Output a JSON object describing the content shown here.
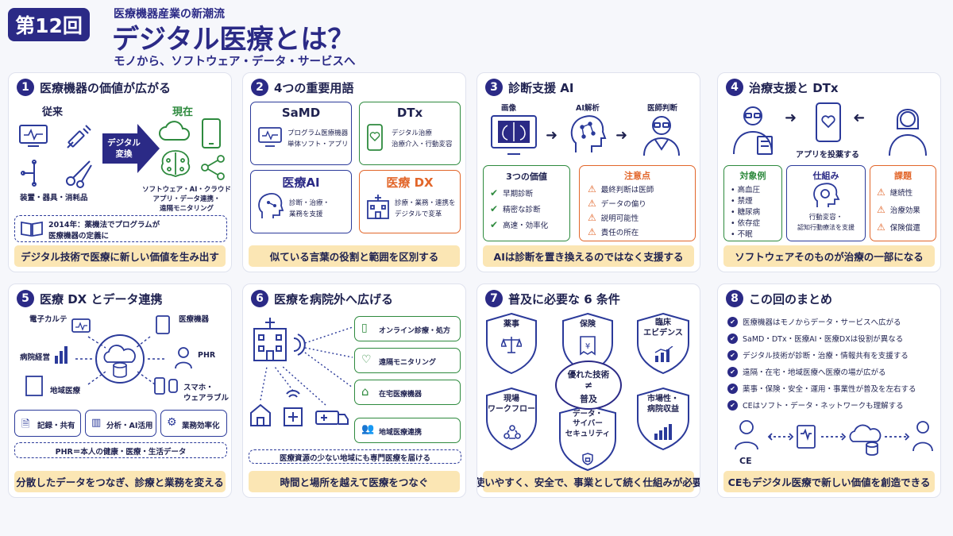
{
  "header": {
    "round": "第12回",
    "kicker": "医療機器産業の新潮流",
    "title": "デジタル医療とは？",
    "subtitle": "モノから、ソフトウェア・データ・サービスへ"
  },
  "colors": {
    "navy": "#2b2a86",
    "green": "#2e8a3e",
    "orange": "#e2662a",
    "banner": "#fbe6b4"
  },
  "cards": [
    {
      "num": "1",
      "title": "医療機器の価値が広がる",
      "before_label": "従来",
      "after_label": "現在",
      "arrow_label": "デジタル\n変換",
      "before_caption": "装置・器具・消耗品",
      "after_caption_1": "ソフトウェア・AI・クラウド",
      "after_caption_2": "アプリ・データ連携・",
      "after_caption_3": "遠隔モニタリング",
      "note_1": "2014年：薬機法でプログラムが",
      "note_2": "医療機器の定義に",
      "banner": "デジタル技術で医療に新しい価値を生み出す",
      "icons": [
        "monitor-icon",
        "syringe-icon",
        "scissors-icon",
        "cloud-icon",
        "brain-icon",
        "smartphone-icon",
        "network-icon",
        "book-icon"
      ]
    },
    {
      "num": "2",
      "title": "4つの重要用語",
      "terms": [
        {
          "name": "SaMD",
          "desc_1": "プログラム医療機器",
          "desc_2": "単体ソフト・アプリ"
        },
        {
          "name": "DTx",
          "desc_1": "デジタル治療",
          "desc_2": "治療介入・行動変容"
        },
        {
          "name": "医療AI",
          "desc_1": "診断・治療・",
          "desc_2": "業務を支援"
        },
        {
          "name": "医療 DX",
          "desc_1": "診療・業務・連携を",
          "desc_2": "デジタルで変革"
        }
      ],
      "banner": "似ている言葉の役割と範囲を区別する"
    },
    {
      "num": "3",
      "title": "診断支援 AI",
      "flow": [
        "画像",
        "AI解析",
        "医師判断"
      ],
      "values_title": "3つの価値",
      "values": [
        "早期診断",
        "精密な診断",
        "高速・効率化"
      ],
      "caution_title": "注意点",
      "cautions": [
        "最終判断は医師",
        "データの偏り",
        "説明可能性",
        "責任の所在"
      ],
      "banner": "AIは診断を置き換えるのではなく支援する"
    },
    {
      "num": "4",
      "title": "治療支援と DTx",
      "app_label": "アプリを投薬する",
      "targets_title": "対象例",
      "targets": [
        "高血圧",
        "禁煙",
        "糖尿病",
        "依存症",
        "不眠"
      ],
      "mech_title": "仕組み",
      "mech_1": "行動変容・",
      "mech_2": "認知行動療法を支援",
      "issues_title": "課題",
      "issues": [
        "継続性",
        "治療効果",
        "保険償還"
      ],
      "banner": "ソフトウェアそのものが治療の一部になる"
    },
    {
      "num": "5",
      "title": "医療 DX とデータ連携",
      "nodes": [
        "電子カルテ",
        "医療機器",
        "病院経営",
        "PHR",
        "地域医療",
        "スマホ・",
        "ウェアラブル"
      ],
      "features": [
        "記録・共有",
        "分析・AI活用",
        "業務効率化"
      ],
      "phr_note": "PHR＝本人の健康・医療・生活データ",
      "banner": "分散したデータをつなぎ、診療と業務を変える"
    },
    {
      "num": "6",
      "title": "医療を病院外へ広げる",
      "services": [
        "オンライン診療・処方",
        "遠隔モニタリング",
        "在宅医療機器",
        "地域医療連携"
      ],
      "note": "医療資源の少ない地域にも専門医療を届ける",
      "banner": "時間と場所を越えて医療をつなぐ"
    },
    {
      "num": "7",
      "title": "普及に必要な 6 条件",
      "conditions": [
        "薬事",
        "保険",
        "臨床\nエビデンス",
        "現場\nワークフロー",
        "データ・\nサイバー\nセキュリティ",
        "市場性・\n病院収益"
      ],
      "center_1": "優れた技術",
      "center_2": "≠",
      "center_3": "普及",
      "banner": "使いやすく、安全で、事業として続く仕組みが必要"
    },
    {
      "num": "8",
      "title": "この回のまとめ",
      "points": [
        "医療機器はモノからデータ・サービスへ広がる",
        "SaMD・DTx・医療AI・医療DXは役割が異なる",
        "デジタル技術が診断・治療・情報共有を支援する",
        "遠隔・在宅・地域医療へ医療の場が広がる",
        "薬事・保険・安全・運用・事業性が普及を左右する",
        "CEはソフト・データ・ネットワークも理解する"
      ],
      "ce_label": "CE",
      "banner": "CEもデジタル医療で新しい価値を創造できる"
    }
  ]
}
